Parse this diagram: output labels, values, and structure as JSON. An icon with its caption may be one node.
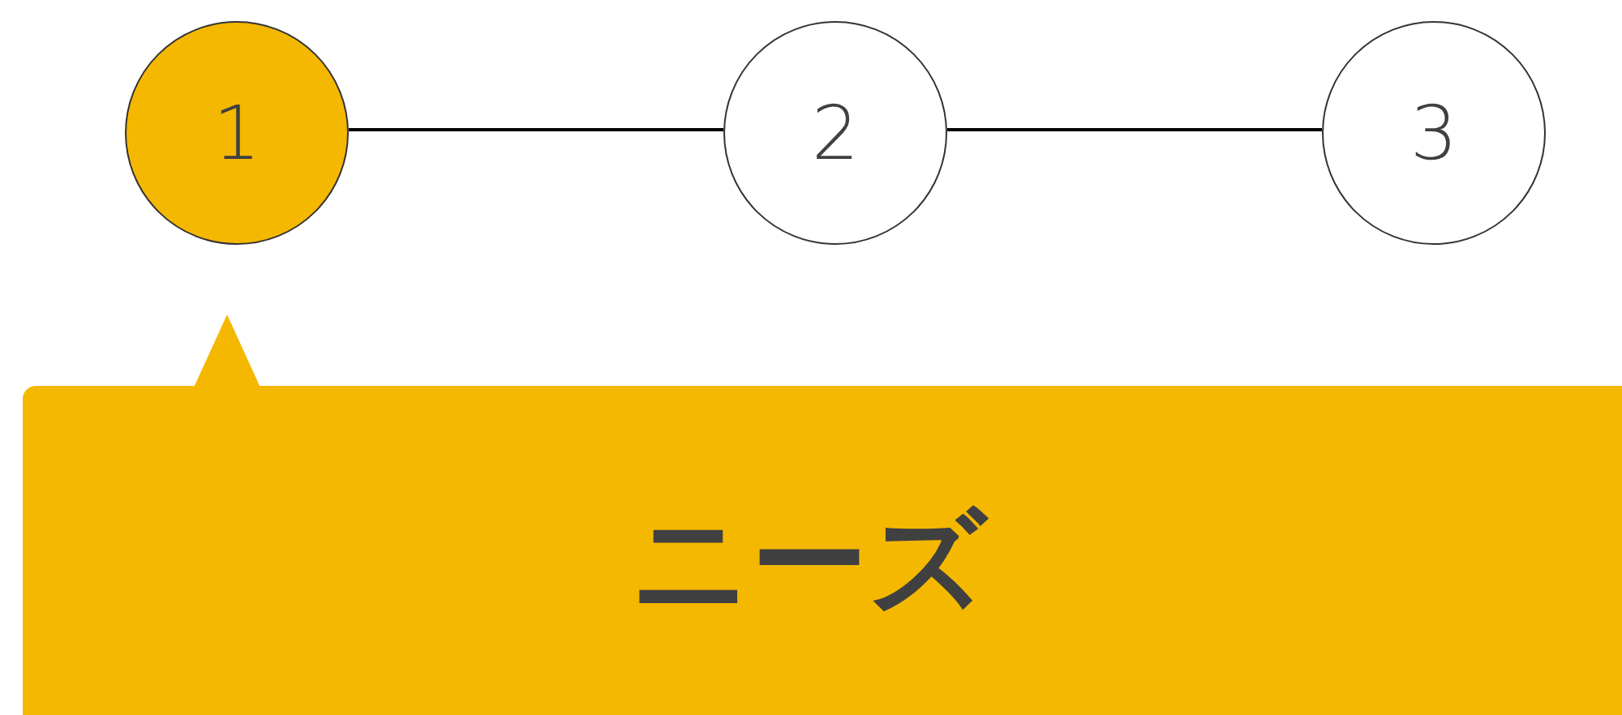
{
  "diagram": {
    "nodes": [
      {
        "text": [
          "1"
        ]
      },
      {
        "text": [
          "2"
        ]
      },
      {
        "text": [
          "3"
        ]
      },
      {
        "text": [
          "ニーズ"
        ]
      }
    ],
    "edges": [
      {
        "from": 0,
        "to": 1,
        "arrow": "none"
      },
      {
        "from": 1,
        "to": 2,
        "arrow": "none"
      }
    ]
  }
}
